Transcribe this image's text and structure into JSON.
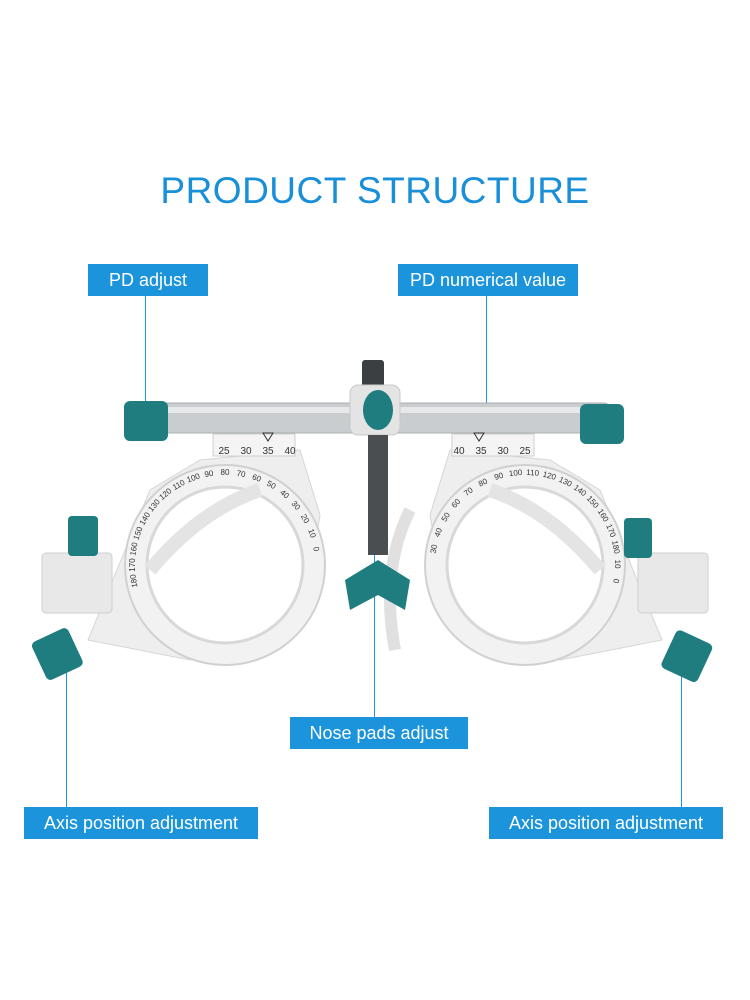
{
  "title": "PRODUCT STRUCTURE",
  "labels": {
    "pd_adjust": "PD adjust",
    "pd_value": "PD numerical value",
    "nose_pads": "Nose pads adjust",
    "axis_left": "Axis position adjustment",
    "axis_right": "Axis position adjustment"
  },
  "scales": {
    "left_pd": [
      "25",
      "30",
      "35",
      "40"
    ],
    "right_pd": [
      "40",
      "35",
      "30",
      "25"
    ],
    "left_axis": [
      "180",
      "170",
      "160",
      "150",
      "140",
      "130",
      "120",
      "110",
      "100",
      "90",
      "80",
      "70",
      "60",
      "50",
      "40",
      "30",
      "20",
      "10",
      "0"
    ],
    "right_axis": [
      "30",
      "40",
      "50",
      "60",
      "70",
      "80",
      "90",
      "100",
      "110",
      "120",
      "130",
      "140",
      "150",
      "160",
      "170",
      "180",
      "10",
      "0"
    ]
  },
  "colors": {
    "accent": "#1b94dc",
    "teal": "#1f7d80",
    "frame": "#ececec",
    "bar": "#c9cdd0"
  }
}
